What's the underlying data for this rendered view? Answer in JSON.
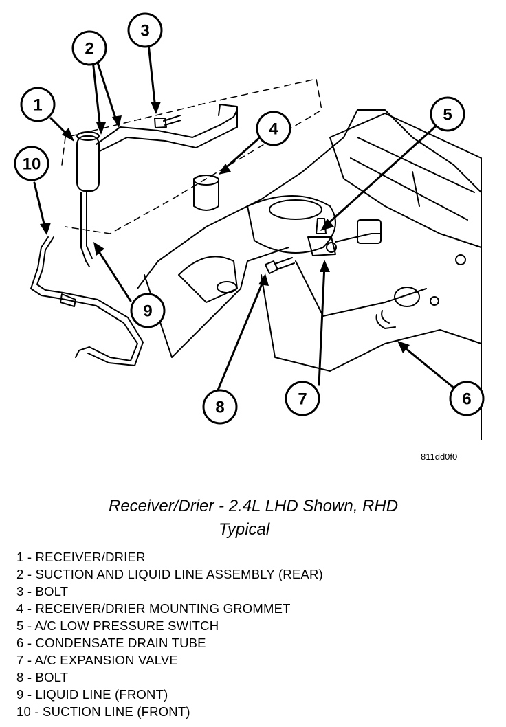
{
  "figure_code": "811dd0f0",
  "caption": {
    "line1": "Receiver/Drier - 2.4L LHD Shown, RHD",
    "line2": "Typical"
  },
  "callouts": [
    "1",
    "2",
    "3",
    "4",
    "5",
    "6",
    "7",
    "8",
    "9",
    "10"
  ],
  "legend": [
    {
      "num": "1",
      "text": "RECEIVER/DRIER"
    },
    {
      "num": "2",
      "text": "SUCTION AND LIQUID LINE ASSEMBLY (REAR)"
    },
    {
      "num": "3",
      "text": "BOLT"
    },
    {
      "num": "4",
      "text": "RECEIVER/DRIER MOUNTING GROMMET"
    },
    {
      "num": "5",
      "text": "A/C LOW PRESSURE SWITCH"
    },
    {
      "num": "6",
      "text": "CONDENSATE DRAIN TUBE"
    },
    {
      "num": "7",
      "text": "A/C EXPANSION VALVE"
    },
    {
      "num": "8",
      "text": "BOLT"
    },
    {
      "num": "9",
      "text": "LIQUID LINE (FRONT)"
    },
    {
      "num": "10",
      "text": "SUCTION LINE (FRONT)"
    }
  ]
}
